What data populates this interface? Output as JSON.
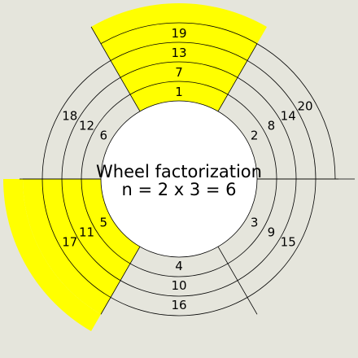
{
  "title_lines": [
    "Wheel factorization",
    "n = 2 x 3 = 6"
  ],
  "colors": {
    "background": "#e5e5dc",
    "highlight": "#ffff00",
    "center": "#ffffff",
    "stroke": "#000000"
  },
  "wheel": {
    "modulus": 6,
    "highlighted_residues": [
      1,
      5
    ],
    "highlighted_outer_numbers": [
      17,
      19
    ],
    "rings": [
      [
        1,
        2,
        3,
        4,
        5,
        6
      ],
      [
        7,
        8,
        9,
        10,
        11,
        12
      ],
      [
        13,
        14,
        15,
        16,
        17,
        18
      ],
      [
        19,
        20
      ]
    ]
  }
}
